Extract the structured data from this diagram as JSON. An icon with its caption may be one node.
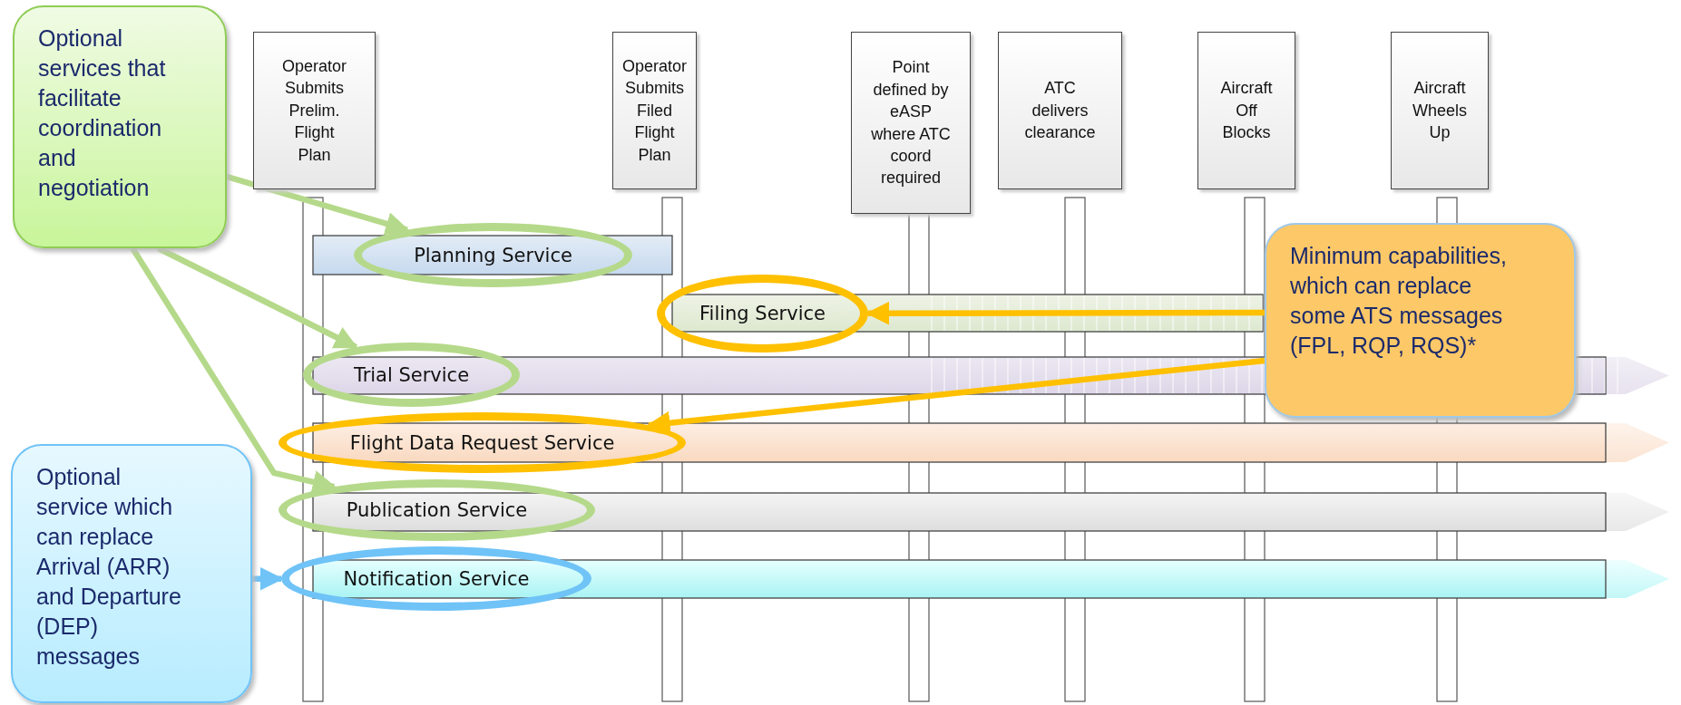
{
  "diagram": {
    "nodes": [
      {
        "text": [
          "Optional services that facilitate coordination and negotiation"
        ]
      },
      {
        "text": [
          "Operator Submits Prelim. Flight Plan"
        ]
      },
      {
        "text": [
          "Operator Submits Filed Flight Plan"
        ]
      },
      {
        "text": [
          "Point defined by eASP where ATC coord required"
        ]
      },
      {
        "text": [
          "ATC delivers clearance"
        ]
      },
      {
        "text": [
          "Aircraft Off Blocks"
        ]
      },
      {
        "text": [
          "Aircraft Wheels Up"
        ]
      },
      {
        "text": [
          "Planning Service"
        ]
      },
      {
        "text": [
          "Filing Service"
        ]
      },
      {
        "text": [
          "Minimum capabilities, which can replace some ATS messages (FPL, RQP, RQS)*"
        ]
      },
      {
        "text": [
          "Trial Service"
        ]
      },
      {
        "text": [
          "Flight Data Request Service"
        ]
      },
      {
        "text": [
          "Publication Service"
        ]
      },
      {
        "text": [
          "Optional service which can replace Arrival (ARR) and Departure (DEP) messages"
        ]
      },
      {
        "text": [
          "Notification Service"
        ]
      }
    ],
    "edges": [
      {
        "from": 0,
        "to": 7,
        "arrow": "to"
      },
      {
        "from": 0,
        "to": 10,
        "arrow": "to"
      },
      {
        "from": 0,
        "to": 12,
        "arrow": "to"
      },
      {
        "from": 9,
        "to": 8,
        "arrow": "to",
        "color": "#ffc000"
      },
      {
        "from": 9,
        "to": 11,
        "arrow": "to",
        "color": "#ffc000"
      },
      {
        "from": 13,
        "to": 14,
        "arrow": "to",
        "color": "#6fc3f7"
      }
    ]
  }
}
